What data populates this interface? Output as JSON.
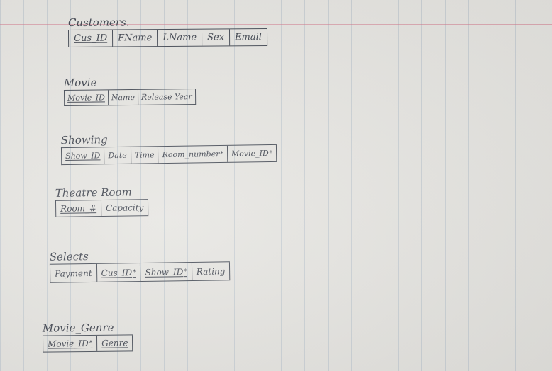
{
  "tables": [
    {
      "name": "Customers.",
      "fields": [
        {
          "label": "Cus_ID",
          "key": "pk"
        },
        {
          "label": "FName",
          "key": ""
        },
        {
          "label": "LName",
          "key": ""
        },
        {
          "label": "Sex",
          "key": ""
        },
        {
          "label": "Email",
          "key": ""
        }
      ]
    },
    {
      "name": "Movie",
      "fields": [
        {
          "label": "Movie_ID",
          "key": "pk"
        },
        {
          "label": "Name",
          "key": ""
        },
        {
          "label": "Release Year",
          "key": ""
        }
      ]
    },
    {
      "name": "Showing",
      "fields": [
        {
          "label": "Show_ID",
          "key": "pk"
        },
        {
          "label": "Date",
          "key": ""
        },
        {
          "label": "Time",
          "key": ""
        },
        {
          "label": "Room_number",
          "key": "fk"
        },
        {
          "label": "Movie_ID",
          "key": "fk"
        }
      ]
    },
    {
      "name": "Theatre Room",
      "fields": [
        {
          "label": "Room_#",
          "key": "pk"
        },
        {
          "label": "Capacity",
          "key": ""
        }
      ]
    },
    {
      "name": "Selects",
      "fields": [
        {
          "label": "Payment",
          "key": ""
        },
        {
          "label": "Cus_ID",
          "key": "pk-fk"
        },
        {
          "label": "Show_ID",
          "key": "pk-fk"
        },
        {
          "label": "Rating",
          "key": ""
        }
      ]
    },
    {
      "name": "Movie_Genre",
      "fields": [
        {
          "label": "Movie_ID",
          "key": "pk-fk"
        },
        {
          "label": "Genre",
          "key": "pk"
        }
      ]
    }
  ]
}
